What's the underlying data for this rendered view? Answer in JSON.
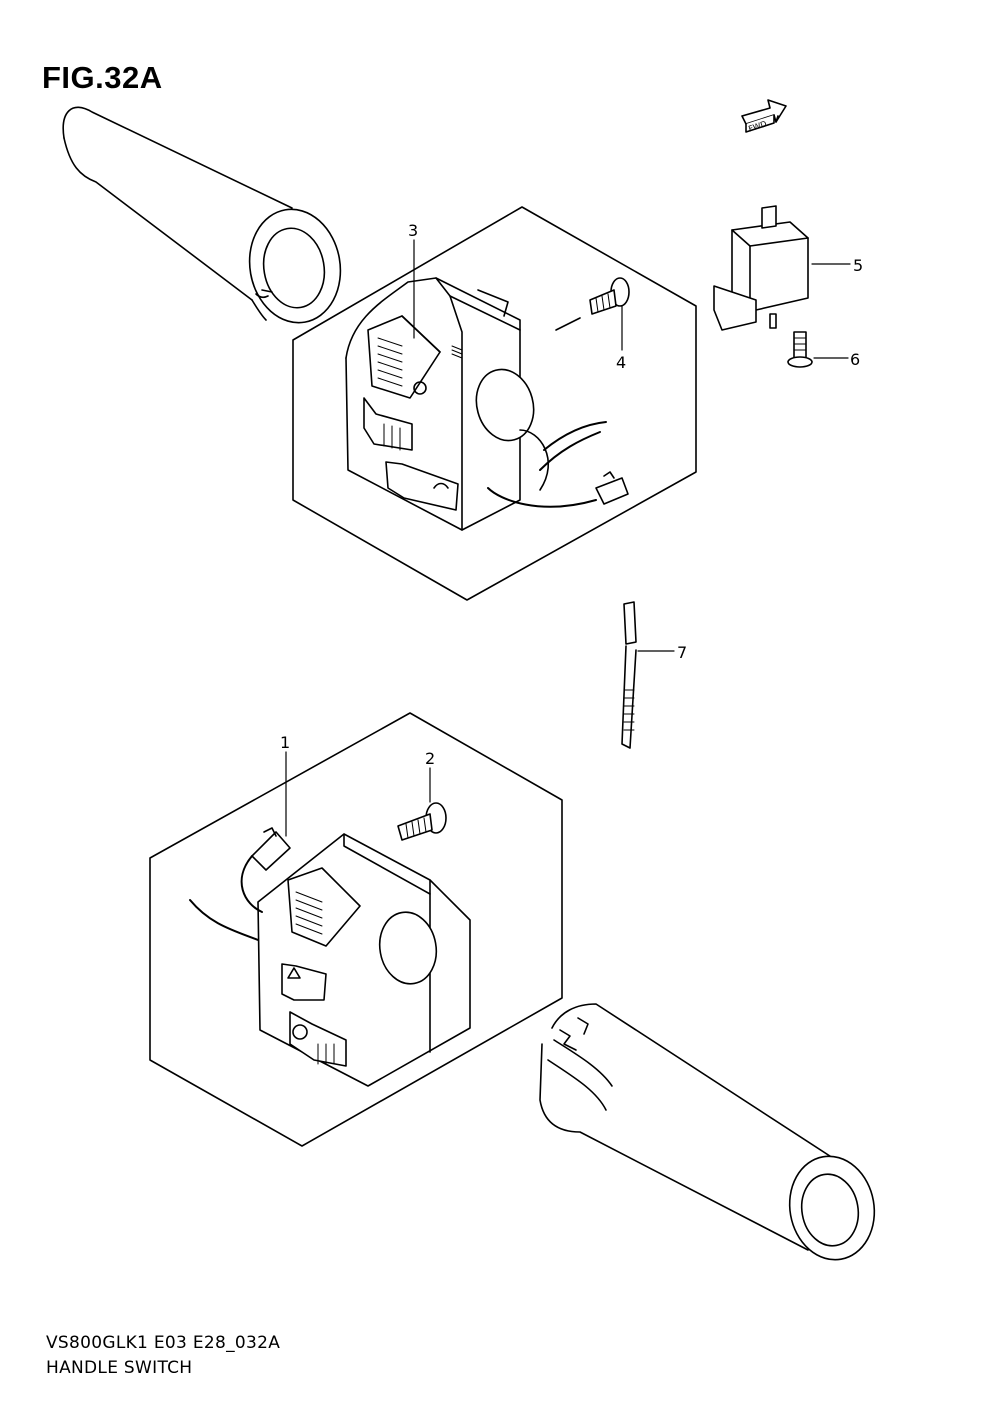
{
  "figure": {
    "title": "FIG.32A"
  },
  "fwd_arrow": {
    "label": "FWD",
    "icon": "forward-arrow-icon"
  },
  "callouts": [
    {
      "number": "1"
    },
    {
      "number": "2"
    },
    {
      "number": "3"
    },
    {
      "number": "4"
    },
    {
      "number": "5"
    },
    {
      "number": "6"
    },
    {
      "number": "7"
    }
  ],
  "footer": {
    "code": "VS800GLK1 E03 E28_032A",
    "name": "HANDLE SWITCH"
  }
}
